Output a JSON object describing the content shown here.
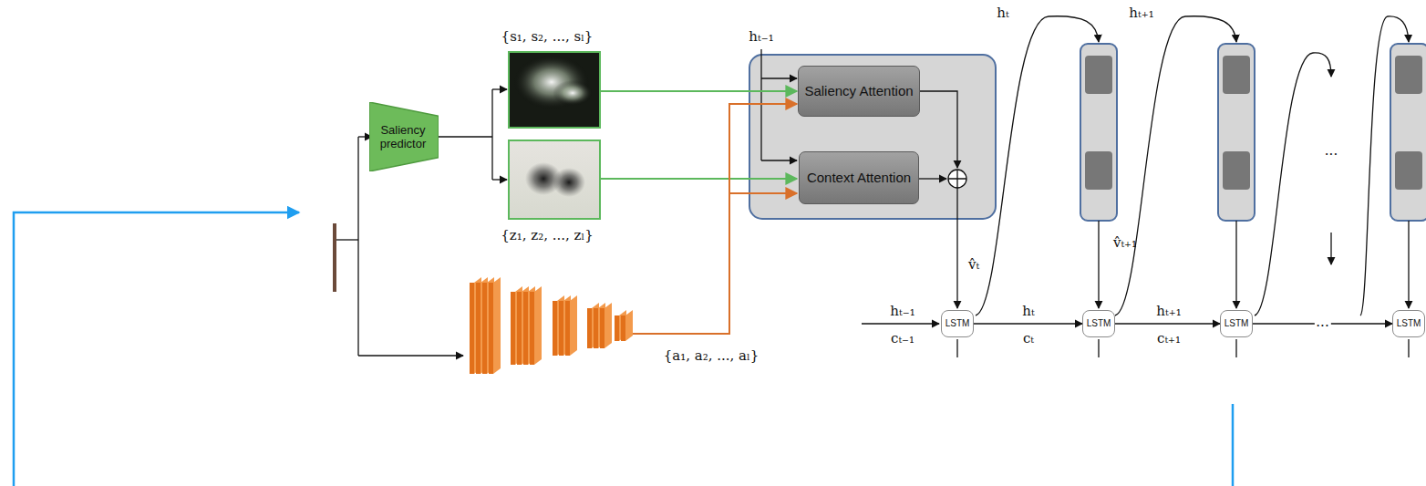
{
  "diagram": {
    "nodes": [
      {
        "text": [
          "Saliency predictor"
        ]
      },
      {
        "text": [
          "Saliency Attention"
        ]
      },
      {
        "text": [
          "Context Attention"
        ]
      },
      {
        "text": [
          "LSTM"
        ]
      },
      {
        "text": [
          "LSTM"
        ]
      },
      {
        "text": [
          "LSTM"
        ]
      },
      {
        "text": [
          "LSTM"
        ]
      }
    ],
    "edges": [
      {
        "from": 3,
        "to": 4,
        "arrow": "to"
      },
      {
        "from": 4,
        "to": 5,
        "arrow": "to"
      },
      {
        "from": 5,
        "to": 6,
        "arrow": "to",
        "label": "..."
      }
    ],
    "labels": [
      "{s₁, s₂, ..., sₗ}",
      "hₜ₋₁",
      "hₜ",
      "hₜ₊₁",
      "{z₁, z₂, ..., zₗ}",
      "v̂ₜ",
      "v̂ₜ₊₁",
      "...",
      "{a₁, a₂, ..., aₗ}",
      "hₜ₋₁",
      "cₜ₋₁",
      "hₜ",
      "cₜ",
      "hₜ₊₁",
      "cₜ₊₁"
    ]
  }
}
